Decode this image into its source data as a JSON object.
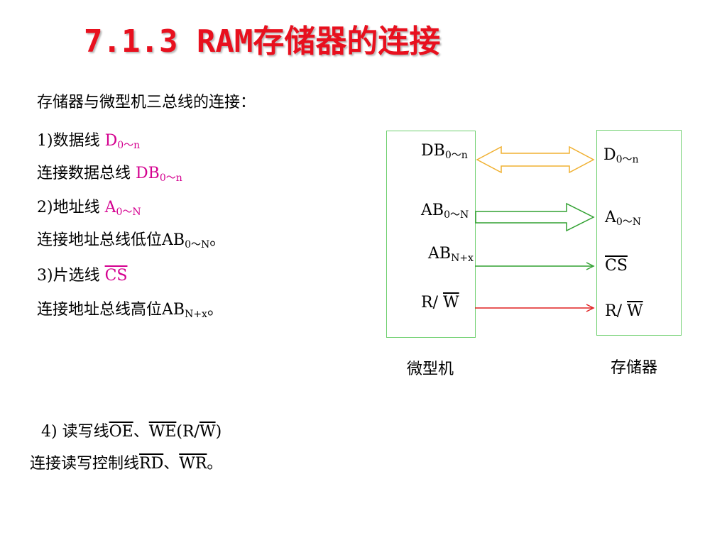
{
  "title": "7.1.3   RAM存储器的连接",
  "intro": "存储器与微型机三总线的连接：",
  "items": {
    "data_line": {
      "prefix": "1)数据线 ",
      "signal": "D",
      "sub": "0～n"
    },
    "data_desc": {
      "prefix": "连接数据总线 ",
      "signal": "DB",
      "sub": "0～n"
    },
    "addr_line": {
      "prefix": "2)地址线 ",
      "signal": "A",
      "sub": "0～N"
    },
    "addr_desc": {
      "prefix": "连接地址总线低位AB",
      "sub": "0～N",
      "suffix": "。"
    },
    "cs_line": {
      "prefix": "3)片选线 ",
      "signal": "CS"
    },
    "cs_desc": {
      "prefix": "连接地址总线高位AB",
      "sub": "N+x",
      "suffix": "。"
    },
    "rw_line": {
      "prefix": "4) 读写线",
      "oe": "OE",
      "sep": "、",
      "we": "WE",
      "paren_open": "(R/",
      "w": "W",
      "paren_close": ")"
    },
    "rw_desc": {
      "prefix": "连接读写控制线",
      "rd": "RD",
      "sep": "、",
      "wr": "WR",
      "suffix": "。"
    }
  },
  "diagram": {
    "cpu_label": "微型机",
    "mem_label": "存储器",
    "cpu_pins": {
      "db": {
        "main": "DB",
        "sub": "0～n"
      },
      "ab": {
        "main": "AB",
        "sub": "0～N"
      },
      "abx": {
        "main": "AB",
        "sub": "N+x"
      },
      "rw": {
        "prefix": "R/ ",
        "bar": "W"
      }
    },
    "mem_pins": {
      "d": {
        "main": "D",
        "sub": "0～n"
      },
      "a": {
        "main": "A",
        "sub": "0～N"
      },
      "cs": {
        "bar": "CS"
      },
      "rw": {
        "prefix": "R/ ",
        "bar": "W"
      }
    },
    "colors": {
      "box_border": "#70d070",
      "data_bus_arrow": "#f0b030",
      "addr_bus_arrow": "#30a030",
      "cs_arrow": "#30a030",
      "rw_arrow": "#e02020",
      "title": "#e8101e",
      "signal_text": "#d4008f"
    }
  }
}
